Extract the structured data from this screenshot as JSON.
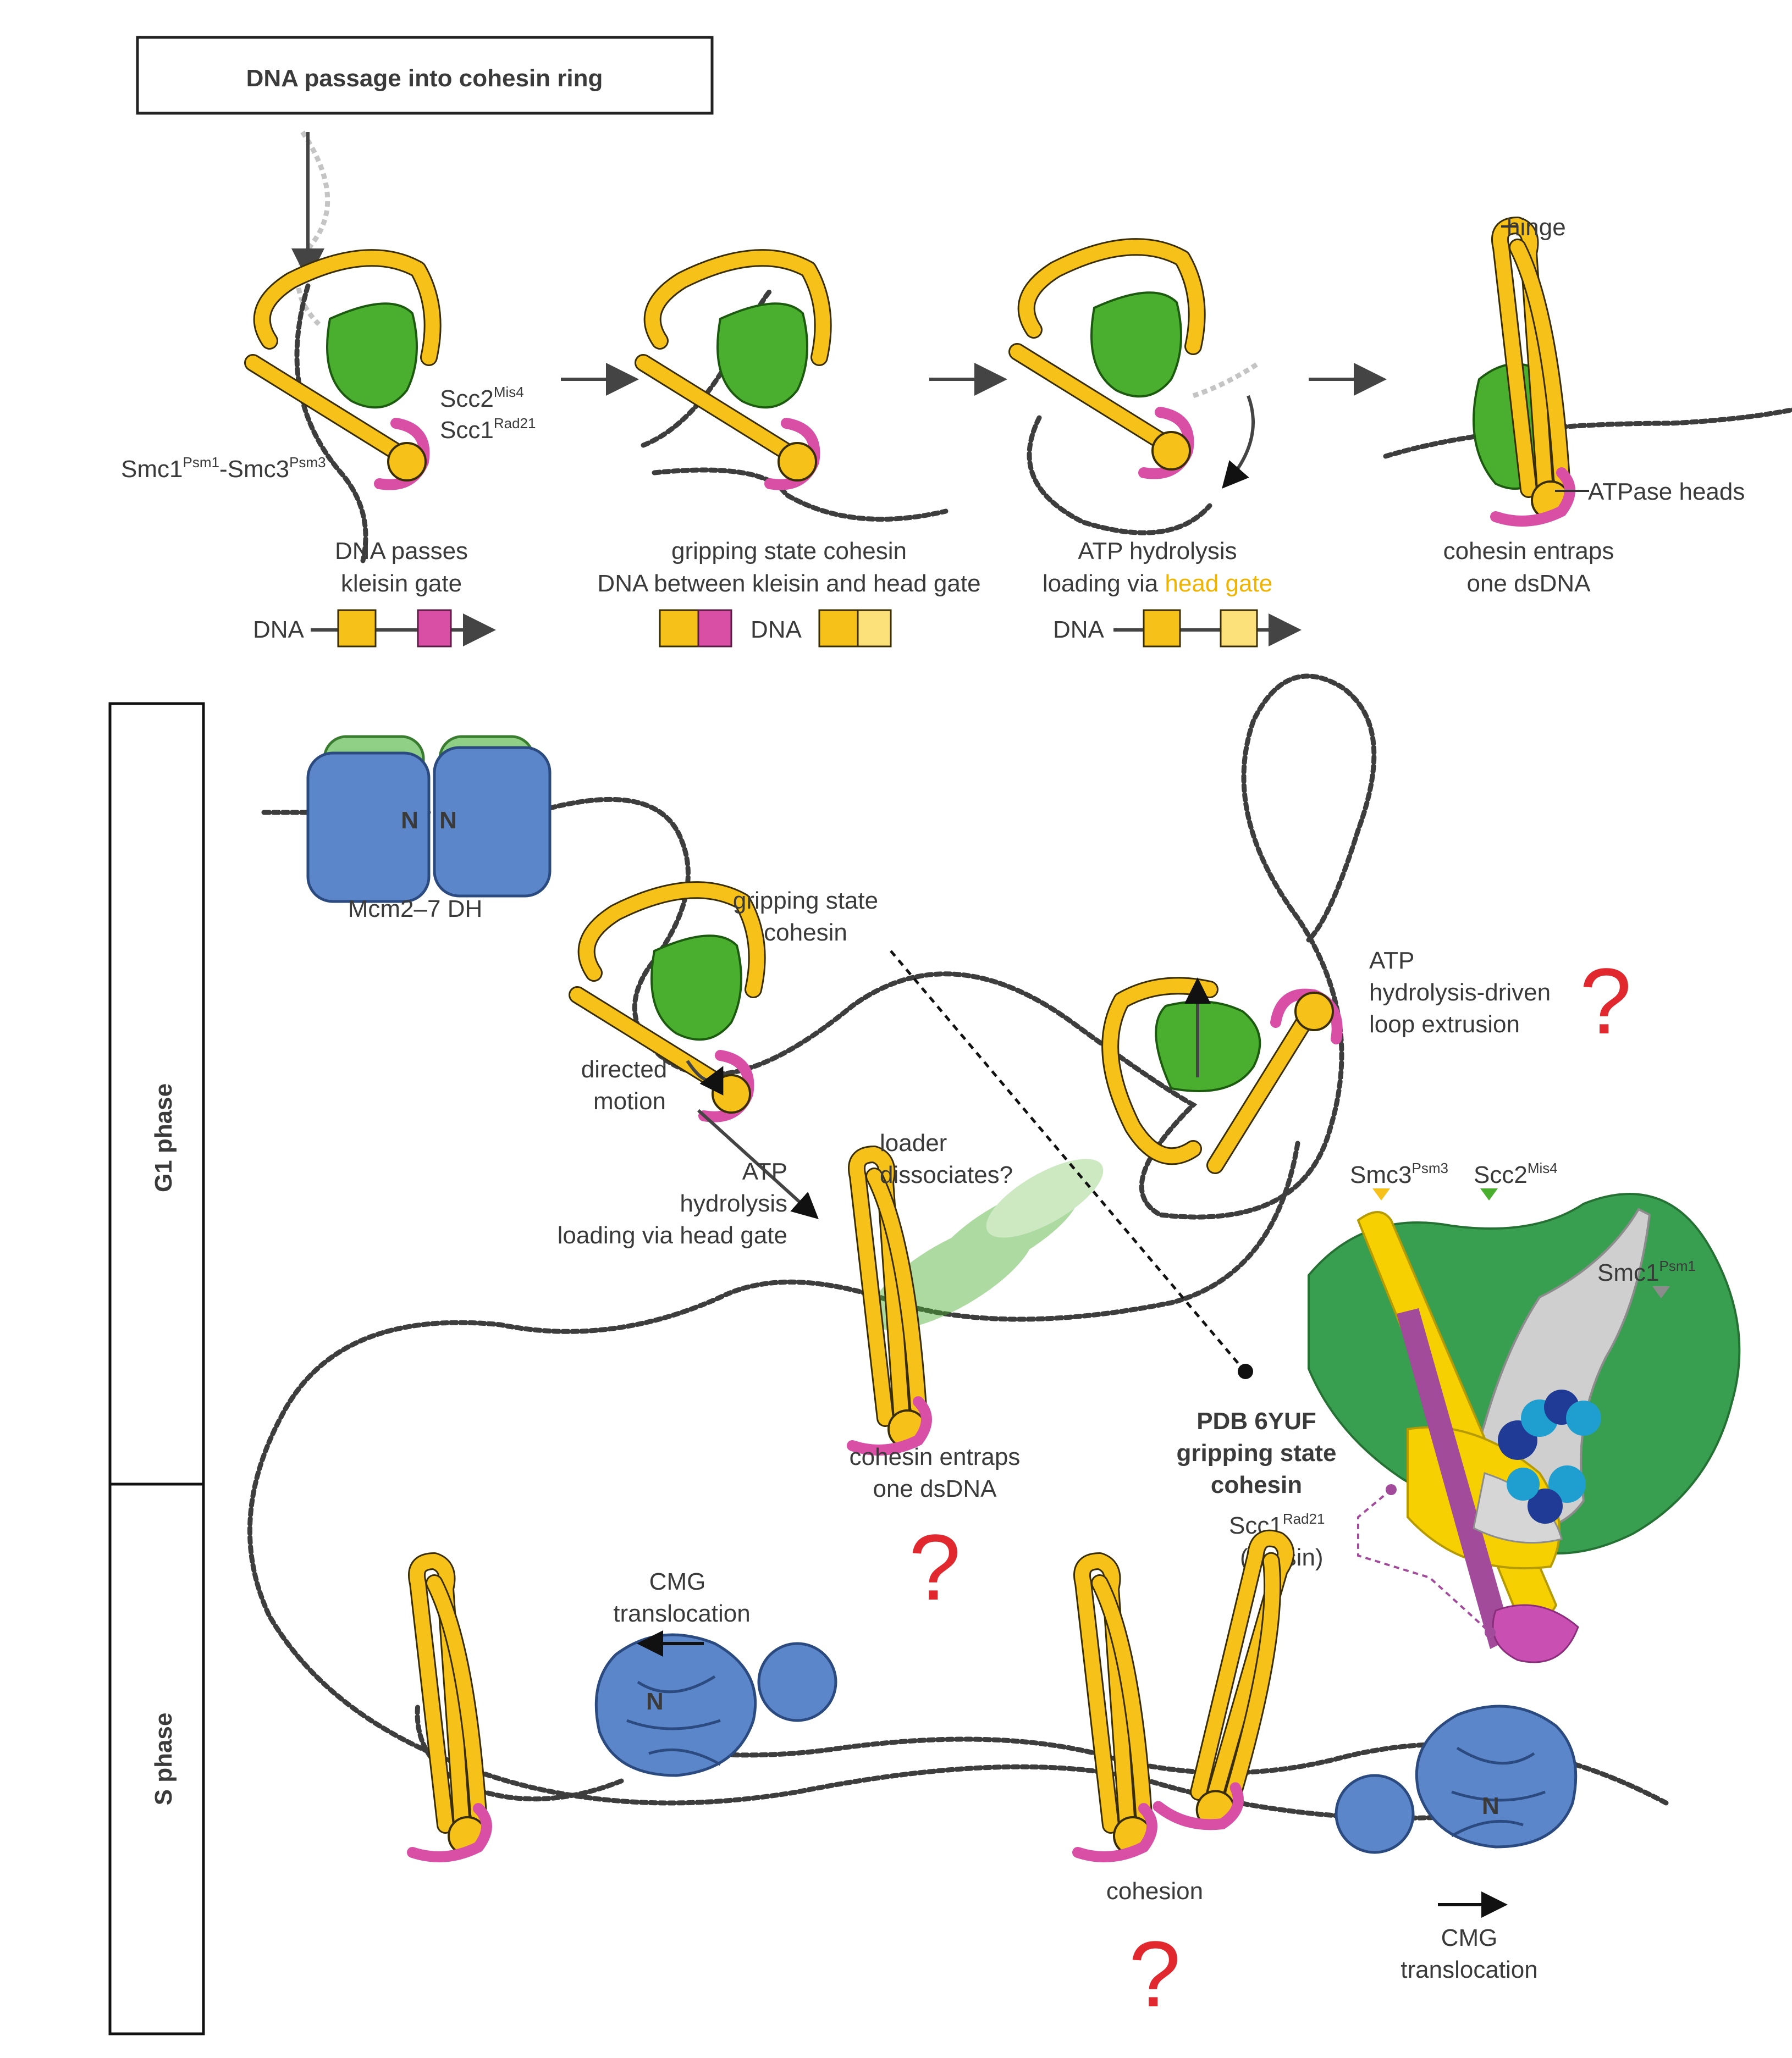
{
  "header": {
    "title": "DNA passage into cohesin ring"
  },
  "steps": [
    {
      "line1": "DNA  passes",
      "line2": "kleisin gate",
      "line2_color": "#d94fa6"
    },
    {
      "line1": "gripping state cohesin",
      "line2": "DNA between kleisin and head gate"
    },
    {
      "line1": "ATP hydrolysis",
      "line2_prefix": "loading via ",
      "line2_highlight": "head gate",
      "highlight_color": "#f6c21a"
    },
    {
      "line1": "cohesin entraps",
      "line2": "one dsDNA"
    }
  ],
  "schematic_label": "DNA",
  "top_labels": {
    "scc2": "Scc2",
    "scc2_sup": "Mis4",
    "scc1": "Scc1",
    "scc1_sup": "Rad21",
    "smc1": "Smc1",
    "smc1_sup": "Psm1",
    "smc3": "-Smc3",
    "smc3_sup": "Psm3",
    "hinge": "hinge",
    "atpase": "ATPase heads"
  },
  "phases": {
    "g1": "G1 phase",
    "s": "S phase"
  },
  "g1": {
    "mcm": "Mcm2–7 DH",
    "n": "N",
    "gripping_1": "gripping state",
    "gripping_2": "cohesin",
    "directed_1": "directed",
    "directed_2": "motion",
    "atp_1": "ATP",
    "atp_2": "hydrolysis",
    "atp_3": "loading via head gate",
    "loader_1": "loader",
    "loader_2": "dissociates?",
    "entraps_1": "cohesin entraps",
    "entraps_2": "one dsDNA",
    "loop_1": "ATP",
    "loop_2": "hydrolysis-driven",
    "loop_3": "loop extrusion",
    "question": "?"
  },
  "structure": {
    "pdb_1": "PDB 6YUF",
    "pdb_2": "gripping state",
    "pdb_3": "cohesin",
    "smc3": "Smc3",
    "smc3_sup": "Psm3",
    "scc2": "Scc2",
    "scc2_sup": "Mis4",
    "smc1": "Smc1",
    "smc1_sup": "Psm1",
    "scc1": "Scc1",
    "scc1_sup": "Rad21",
    "kleisin": "(kleisin)"
  },
  "s_phase": {
    "cmg": "CMG",
    "translocation": "translocation",
    "cohesion": "cohesion",
    "question": "?"
  },
  "colors": {
    "smc": "#f6c21a",
    "kleisin": "#d94fa6",
    "loader": "#4aae2e",
    "red_label": "#e0282e",
    "cmg_blue": "#5b86c9",
    "scc2_label": "#5a9e2a",
    "smc1_label_grey": "#8c8c8c"
  }
}
